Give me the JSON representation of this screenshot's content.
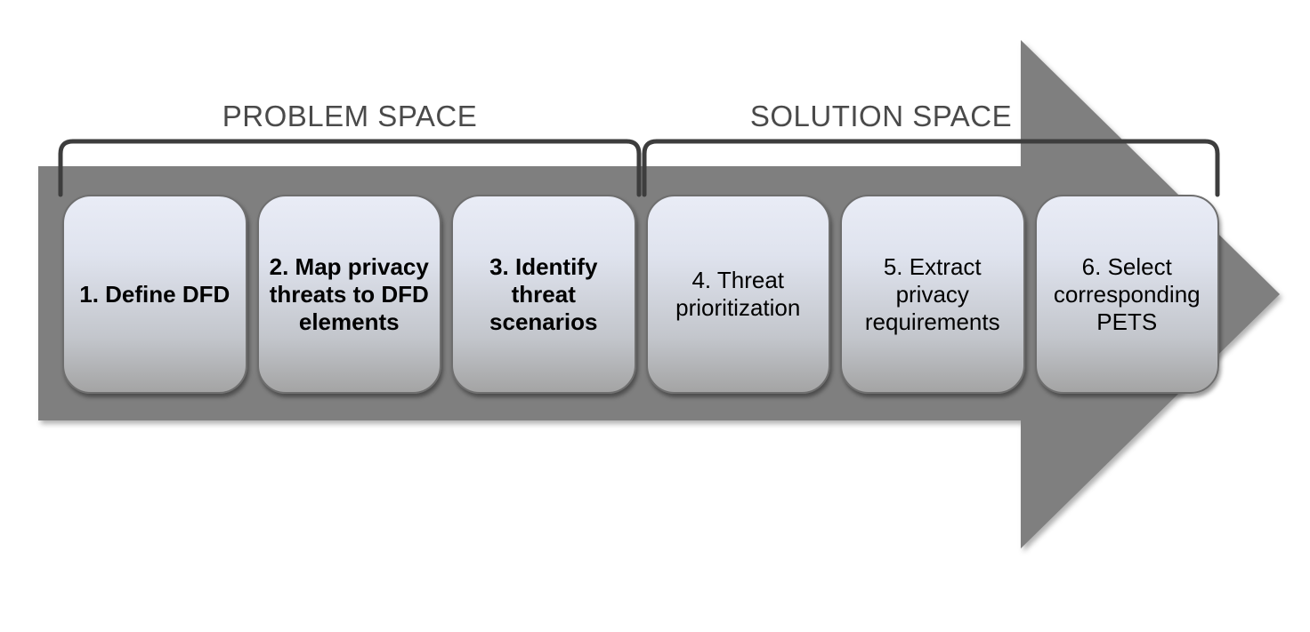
{
  "diagram": {
    "type": "process-flow-arrow",
    "phases": [
      {
        "label": "PROBLEM SPACE",
        "covers_steps": [
          1,
          2,
          3
        ]
      },
      {
        "label": "SOLUTION SPACE",
        "covers_steps": [
          4,
          5,
          6
        ]
      }
    ],
    "steps": [
      {
        "number": 1,
        "label": "1. Define DFD",
        "emphasis": "bold"
      },
      {
        "number": 2,
        "label": "2. Map privacy threats to DFD elements",
        "emphasis": "bold"
      },
      {
        "number": 3,
        "label": "3. Identify threat scenarios",
        "emphasis": "bold"
      },
      {
        "number": 4,
        "label": "4. Threat prioritization",
        "emphasis": "regular"
      },
      {
        "number": 5,
        "label": "5. Extract privacy requirements",
        "emphasis": "regular"
      },
      {
        "number": 6,
        "label": "6. Select corresponding PETS",
        "emphasis": "regular"
      }
    ],
    "colors": {
      "arrow_fill": "#7f7f7f",
      "bracket_stroke": "#3d3d3d",
      "phase_label_text": "#4a4a4a",
      "box_border": "#6e6e6e",
      "box_gradient_top": "#e9ecf6",
      "box_gradient_bottom": "#a4a4a4",
      "step_text": "#000000",
      "background": "#ffffff"
    }
  }
}
